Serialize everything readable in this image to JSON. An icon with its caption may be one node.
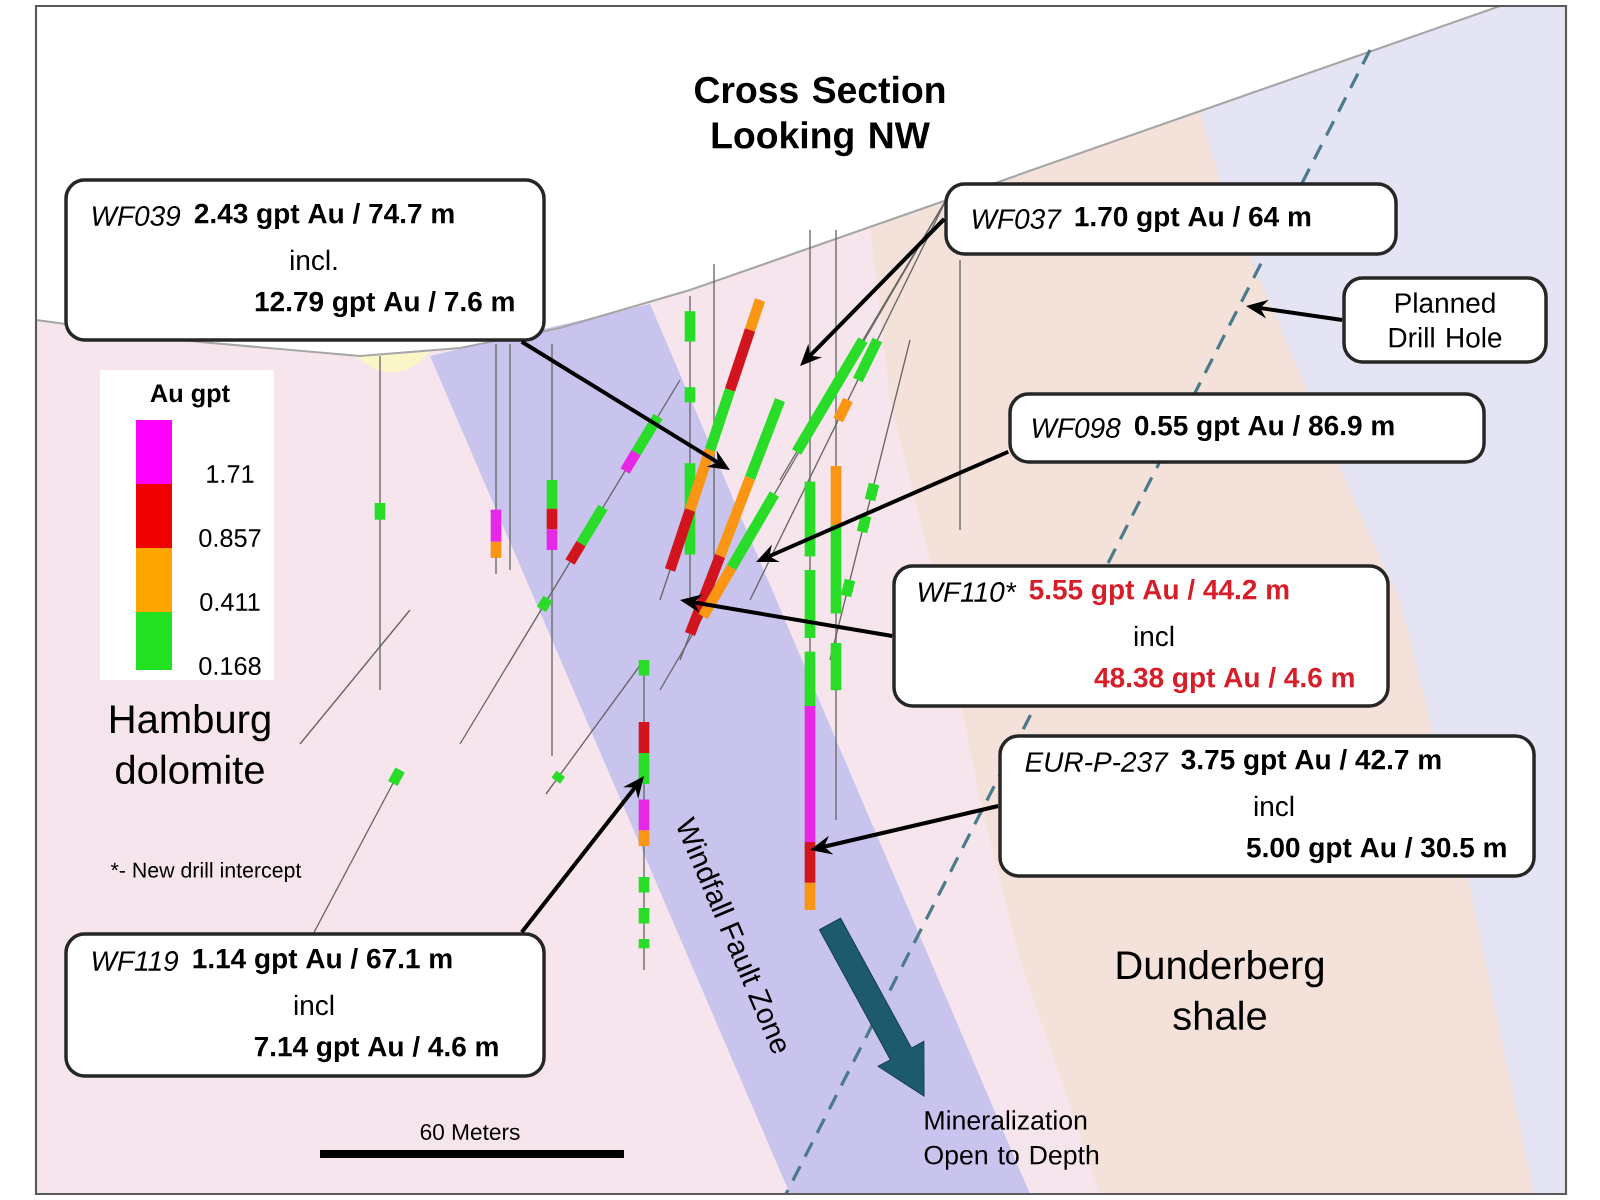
{
  "diagram": {
    "title": "Cross Section Looking NW",
    "nodes": [
      {
        "text": [
          "WF039",
          "2.43 gpt Au / 74.7 m",
          "incl.",
          "12.79 gpt Au / 7.6 m"
        ]
      },
      {
        "text": [
          "WF037",
          "1.70 gpt Au / 64 m"
        ]
      },
      {
        "text": [
          "Planned Drill Hole"
        ]
      },
      {
        "text": [
          "WF098",
          "0.55 gpt Au / 86.9 m"
        ]
      },
      {
        "text": [
          "WF110*",
          "5.55 gpt Au / 44.2 m",
          "incl",
          "48.38 gpt Au / 4.6 m"
        ]
      },
      {
        "text": [
          "EUR-P-237",
          "3.75 gpt Au / 42.7 m",
          "incl",
          "5.00 gpt Au / 30.5 m"
        ]
      },
      {
        "text": [
          "WF119",
          "1.14 gpt Au / 67.1 m",
          "incl",
          "7.14 gpt Au / 4.6 m"
        ]
      }
    ],
    "edges": [
      {
        "from": 0,
        "to": null,
        "arrow": "to"
      },
      {
        "from": 1,
        "to": null,
        "arrow": "to"
      },
      {
        "from": 2,
        "to": null,
        "arrow": "to"
      },
      {
        "from": 3,
        "to": null,
        "arrow": "to"
      },
      {
        "from": 4,
        "to": null,
        "arrow": "to"
      },
      {
        "from": 5,
        "to": null,
        "arrow": "to"
      },
      {
        "from": 6,
        "to": null,
        "arrow": "to"
      }
    ],
    "labels": [
      "Au gpt",
      "Hamburg dolomite",
      "*- New drill intercept",
      "Windfall Fault Zone",
      "Dunderberg shale",
      "Mineralization Open to Depth",
      "60 Meters"
    ],
    "legend": [
      {
        "text": "1.71",
        "color": "#ff00ff"
      },
      {
        "text": "0.857",
        "color": "#ee0000"
      },
      {
        "text": "0.411",
        "color": "#ffa500"
      },
      {
        "text": "0.168",
        "color": "#22e022"
      }
    ]
  }
}
